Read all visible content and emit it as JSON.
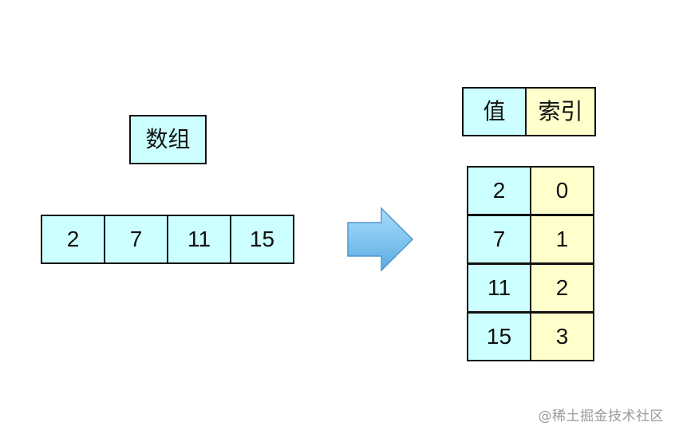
{
  "array_label": "数组",
  "array_values": [
    "2",
    "7",
    "11",
    "15"
  ],
  "map_header": {
    "value": "值",
    "index": "索引"
  },
  "map_rows": [
    {
      "value": "2",
      "index": "0"
    },
    {
      "value": "7",
      "index": "1"
    },
    {
      "value": "11",
      "index": "2"
    },
    {
      "value": "15",
      "index": "3"
    }
  ],
  "colors": {
    "value_fill": "#ccffff",
    "index_fill": "#ffffcc",
    "arrow_fill": "#7ec3ef",
    "border": "#111111"
  },
  "watermark": "@稀土掘金技术社区"
}
